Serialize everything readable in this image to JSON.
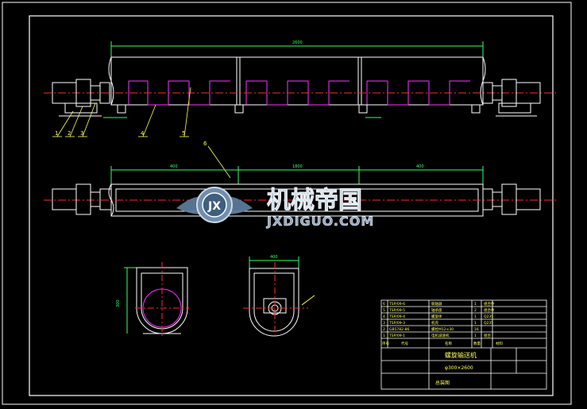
{
  "drawing": {
    "colors": {
      "frame": "#ffffff",
      "machine": "#ffffff",
      "spiral": "#ff33ff",
      "centerline": "#ff2a2a",
      "dimension": "#33ff66",
      "leader": "#ffff55",
      "table": "#ffffff",
      "table_text": "#ffff55"
    },
    "dimensions": {
      "top_length": "2600",
      "mid_length_left": "400",
      "mid_length_center": "1800",
      "mid_length_right": "400",
      "side_height": "300",
      "side_width": "400"
    },
    "balloons": [
      "1",
      "2",
      "3",
      "4",
      "5",
      "6"
    ],
    "watermark": {
      "badge_letters": "JX",
      "chinese_name": "机械帝国",
      "english_name": "JXDIGUO.COM"
    }
  },
  "title_block": {
    "rows": [
      {
        "no": "6",
        "code": "TSP/09-6",
        "name": "联轴器",
        "qty": "1",
        "mat": "组合件"
      },
      {
        "no": "5",
        "code": "TSP/09-5",
        "name": "轴承座",
        "qty": "2",
        "mat": "组合件"
      },
      {
        "no": "4",
        "code": "TSP/09-4",
        "name": "螺旋体",
        "qty": "1",
        "mat": "Q235"
      },
      {
        "no": "3",
        "code": "TSP/09-3",
        "name": "机壳",
        "qty": "1",
        "mat": "Q235"
      },
      {
        "no": "2",
        "code": "GB5782-86",
        "name": "螺栓M12×30",
        "qty": "16",
        "mat": ""
      },
      {
        "no": "1",
        "code": "TSP/09-1",
        "name": "电机减速机",
        "qty": "1",
        "mat": "组合"
      }
    ],
    "header": {
      "no": "序号",
      "code": "代号",
      "name": "名称",
      "qty": "数量",
      "mat": "材料"
    },
    "drawing_title": "螺旋输送机",
    "drawing_spec": "φ300×2600",
    "note": "总装图"
  }
}
